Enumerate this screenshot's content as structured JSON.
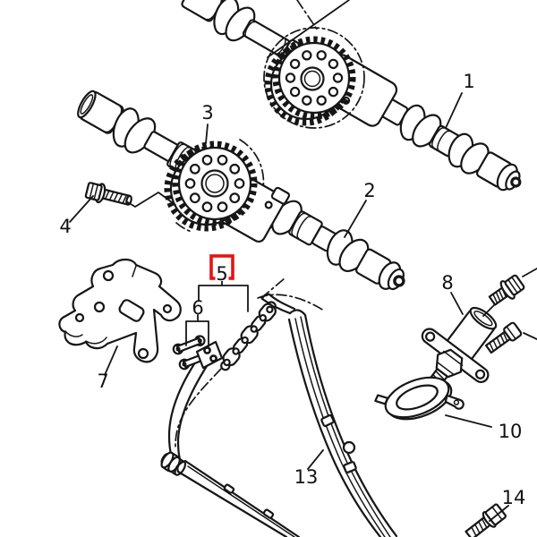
{
  "diagram": {
    "background_color": "#ffffff",
    "line_color": "#161616",
    "highlight": {
      "part_number": "5",
      "box_color": "#e41414"
    },
    "part_labels": {
      "p1": "1",
      "p2": "2",
      "p3": "3",
      "p4": "4",
      "p5": "5",
      "p6": "6",
      "p7": "7",
      "p8": "8",
      "p10": "10",
      "p13": "13",
      "p14": "14"
    }
  }
}
